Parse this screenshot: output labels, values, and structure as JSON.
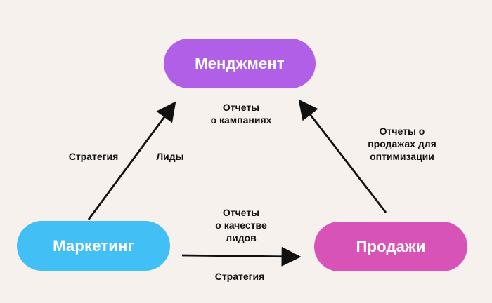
{
  "nodes": {
    "management": {
      "label": "Менджмент",
      "color": "#b05fe6"
    },
    "marketing": {
      "label": "Маркетинг",
      "color": "#42c0f5"
    },
    "sales": {
      "label": "Продажи",
      "color": "#d753b8"
    }
  },
  "labels": {
    "campaign_reports": [
      "Отчеты",
      "о кампаниях"
    ],
    "strategy_left": "Стратегия",
    "leads": "Лиды",
    "sales_optimization_reports": [
      "Отчеты о",
      "продажах для",
      "оптимизации"
    ],
    "lead_quality_reports": [
      "Отчеты",
      "о качестве",
      "лидов"
    ],
    "strategy_bottom": "Стратегия"
  },
  "colors": {
    "background": "#f7f1ee",
    "arrow": "#111111"
  }
}
